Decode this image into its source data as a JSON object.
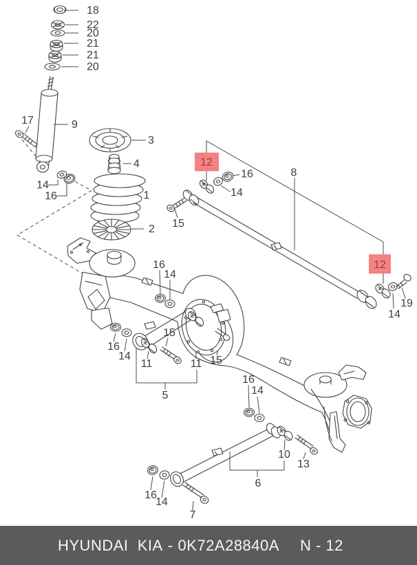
{
  "diagram": {
    "description": "Exploded rear suspension parts diagram",
    "callouts": [
      {
        "label": "18"
      },
      {
        "label": "22"
      },
      {
        "label": "20"
      },
      {
        "label": "21"
      },
      {
        "label": "21"
      },
      {
        "label": "20"
      },
      {
        "label": "17"
      },
      {
        "label": "9"
      },
      {
        "label": "3"
      },
      {
        "label": "4"
      },
      {
        "label": "14"
      },
      {
        "label": "16"
      },
      {
        "label": "1"
      },
      {
        "label": "2"
      },
      {
        "label": "12",
        "highlighted": true
      },
      {
        "label": "16"
      },
      {
        "label": "14"
      },
      {
        "label": "15"
      },
      {
        "label": "8"
      },
      {
        "label": "12",
        "highlighted": true
      },
      {
        "label": "14"
      },
      {
        "label": "19"
      },
      {
        "label": "16"
      },
      {
        "label": "14"
      },
      {
        "label": "16"
      },
      {
        "label": "14"
      },
      {
        "label": "11"
      },
      {
        "label": "15"
      },
      {
        "label": "11"
      },
      {
        "label": "15"
      },
      {
        "label": "5"
      },
      {
        "label": "16"
      },
      {
        "label": "14"
      },
      {
        "label": "10"
      },
      {
        "label": "13"
      },
      {
        "label": "6"
      },
      {
        "label": "16"
      },
      {
        "label": "14"
      },
      {
        "label": "7"
      }
    ],
    "highlight": {
      "box_color": "#f58282",
      "text_color": "#9c3a3a"
    },
    "line_color": "#444444"
  },
  "footer": {
    "background": "#5d5a5a",
    "brand": "HYUNDAI  KIA",
    "separator": "-",
    "part_number": "0K72A28840A",
    "page": "N - 12"
  }
}
